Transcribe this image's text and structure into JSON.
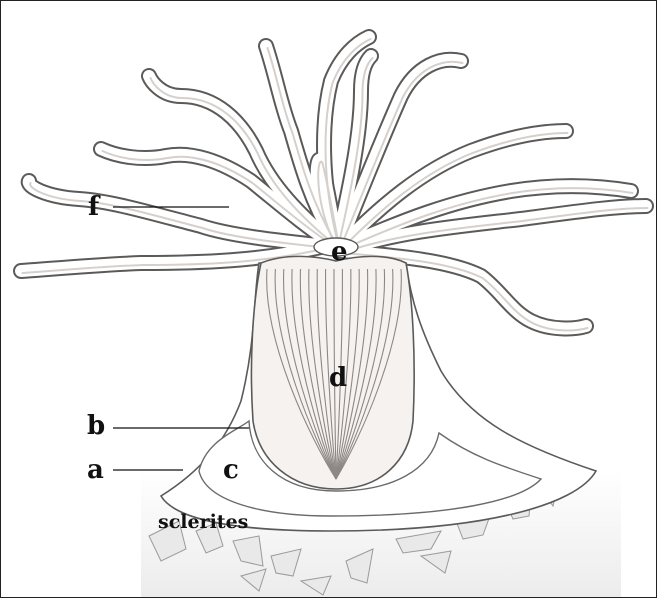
{
  "labels": {
    "a": "a",
    "b": "b",
    "c": "c",
    "d": "d",
    "e": "e",
    "f": "f",
    "sclerites": "sclerites"
  },
  "colors": {
    "outline": "#5a5a5a",
    "shade": "#b9b2ae",
    "stripe": "#8d8885",
    "sclerite": "#9a9a9a",
    "ground": "#f1f1f1"
  }
}
